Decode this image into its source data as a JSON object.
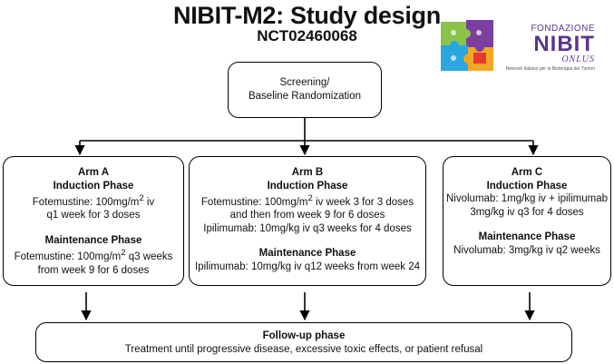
{
  "header": {
    "title": "NIBIT-M2: Study design",
    "subtitle": "NCT02460068"
  },
  "logo": {
    "line1": "FONDAZIONE",
    "line2": "NIBIT",
    "line3": "ONLUS",
    "tagline": "Network Italiano per la Bioterapia dei Tumori",
    "colors": [
      "#8bc34a",
      "#29a8e0",
      "#7b3fa0",
      "#f5a623",
      "#e53935"
    ]
  },
  "screening": {
    "line1": "Screening/",
    "line2": "Baseline Randomization"
  },
  "arm_a": {
    "title": "Arm A",
    "induction_heading": "Induction Phase",
    "induction_l1_pre": "Fotemustine: 100mg/m",
    "induction_l1_sup": "2",
    "induction_l1_post": " iv",
    "induction_l2": "q1 week for 3 doses",
    "maintenance_heading": "Maintenance Phase",
    "maintenance_l1_pre": "Fotemustine: 100mg/m",
    "maintenance_l1_sup": "2",
    "maintenance_l1_post": " q3 weeks",
    "maintenance_l2": "from week 9 for 6 doses"
  },
  "arm_b": {
    "title": "Arm B",
    "induction_heading": "Induction Phase",
    "induction_l1_pre": "Fotemustine: 100mg/m",
    "induction_l1_sup": "2",
    "induction_l1_post": " iv week 3 for 3 doses",
    "induction_l2": "and then from week 9 for 6 doses",
    "induction_l3": "Ipilimumab: 10mg/kg iv q3 weeks for 4 doses",
    "maintenance_heading": "Maintenance Phase",
    "maintenance_l1": "Ipilimumab: 10mg/kg iv q12 weeks from week 24"
  },
  "arm_c": {
    "title": "Arm C",
    "induction_heading": "Induction Phase",
    "induction_l1": "Nivolumab: 1mg/kg iv + ipilimumab",
    "induction_l2": "3mg/kg iv q3 for 4 doses",
    "maintenance_heading": "Maintenance Phase",
    "maintenance_l1": "Nivolumab: 3mg/kg iv q2 weeks"
  },
  "followup": {
    "title": "Follow-up phase",
    "description": "Treatment until progressive disease, excessive toxic effects, or patient refusal"
  }
}
